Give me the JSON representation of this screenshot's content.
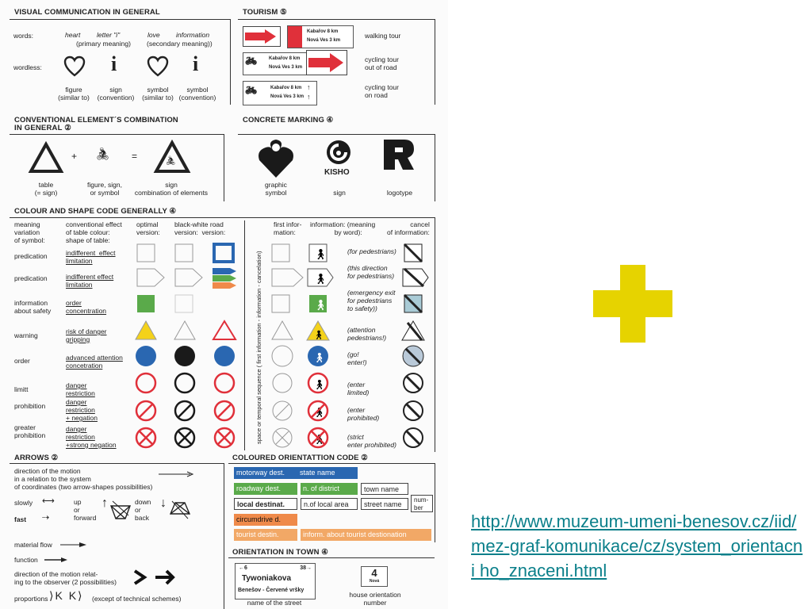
{
  "sections": {
    "visual": {
      "title": "VISUAL COMMUNICATION IN GENERAL",
      "words_label": "words:",
      "wordless_label": "wordless:",
      "words": [
        {
          "word": "heart",
          "note": ""
        },
        {
          "word": "letter \"i\"",
          "note": ""
        },
        {
          "word": "love",
          "note": ""
        },
        {
          "word": "information",
          "note": ""
        }
      ],
      "primary": "(primary meaning)",
      "secondary": "(secondary meaning))",
      "captions": [
        {
          "l1": "figure",
          "l2": "(similar to)"
        },
        {
          "l1": "sign",
          "l2": "(convention)"
        },
        {
          "l1": "symbol",
          "l2": "(similar to)"
        },
        {
          "l1": "symbol",
          "l2": "(convention)"
        }
      ]
    },
    "tourism": {
      "title": "TOURISM ⑤",
      "place1": "Kabařov 8 km",
      "place2": "Nová Ves 3 km",
      "rows": [
        "walking tour",
        "cycling tour\nout of road",
        "cycling tour\non road"
      ]
    },
    "conventional": {
      "title1": "CONVENTIONAL ELEMENT´S COMBINATION",
      "title2": "IN GENERAL ②",
      "plus": "+",
      "equals": "=",
      "cap1": "table\n(= sign)",
      "cap2": "figure, sign,\nor symbol",
      "cap3": "sign\ncombination of elements"
    },
    "concrete": {
      "title": "CONCRETE MARKING ④",
      "kisho": "KISHO",
      "caps": [
        "graphic\nsymbol",
        "sign",
        "logotype"
      ]
    },
    "colour": {
      "title": "COLOUR AND SHAPE CODE GENERALLY ④",
      "headers": {
        "meaning": "meaning\nvariation\nof symbol:",
        "effect": "conventional effect\nof table colour:\nshape of table:",
        "optimal": "optimal\nversion:",
        "bw": "black-white road\nversion:  version:",
        "first": "first infor-\nmation:",
        "info": "information: (meaning\n             by word):",
        "cancel": "cancel\nof information:"
      },
      "vertical": "space or temporal sequence ( first information - information - cancelation)",
      "rows": [
        {
          "meaning": "predication",
          "effect": "indifferent  effect\nlimitation",
          "note": "(for pedestrians)"
        },
        {
          "meaning": "predication",
          "effect": "indifferent effect\nlimitation",
          "note": "(this direction\nfor pedestrians)"
        },
        {
          "meaning": "information\nabout safety",
          "effect": "order\nconcentration",
          "note": "(emergency exit\nfor pedestrians\nto safety))"
        },
        {
          "meaning": "warning",
          "effect": "risk of danger\ngripping",
          "note": "(attention\npedestrians!)"
        },
        {
          "meaning": "order",
          "effect": "advanced attention\nconcetration",
          "note": "(go!\nenter!)"
        },
        {
          "meaning": "limitt",
          "effect": "danger\nrestriction",
          "note": "(enter\nlimited)"
        },
        {
          "meaning": "prohibition",
          "effect": "danger\nrestriction\n+ negation",
          "note": "(enter\nprohibited)"
        },
        {
          "meaning": "greater\nprohibition",
          "effect": "danger\nrestriction\n+strong negation",
          "note": "(strict\nenter prohibited)"
        }
      ]
    },
    "arrows": {
      "title": "ARROWS ②",
      "direction": "direction of the motion\nin a relation to the system\nof coordinates (two arrow-shapes possibilities)",
      "slowly": "slowly",
      "fast": "fast",
      "up": "up\nor\nforward",
      "down": "down\nor\nback",
      "material": "material flow",
      "function": "function",
      "observer": "direction of the motion relat-\ning to the observer (2 possibilities)",
      "proportions": "proportions",
      "except": "(except of  technical schemes)"
    },
    "orientation": {
      "title": "COLOURED ORIENTATTION CODE ②",
      "motorway": "motorway dest.",
      "state": "state name",
      "roadway": "roadway dest.",
      "district": "n. of district",
      "town": "town name",
      "local": "local destinat.",
      "nlocal": "n.of local area",
      "street": "street name",
      "number": "num-\nber",
      "circum": "circumdrive d.",
      "tourist": "tourist destin.",
      "inform": "inform. about tourist destionation"
    },
    "town": {
      "title": "ORIENTATION IN TOWN ④",
      "left_num": "←6",
      "right_num": "38→",
      "street_name": "Tywoniakova",
      "district": "Benešov - Červené vršky",
      "cap1": "name of the street",
      "house_num": "4",
      "house_small": "Nová",
      "cap2": "house orientation\nnumber"
    }
  },
  "colors": {
    "red": "#e0303a",
    "yellow": "#f4d21a",
    "blue": "#2a67b1",
    "green": "#5aaa4a",
    "orange": "#ef8a4a",
    "cross": "#e6d300"
  },
  "link": "http://www.muzeum-umeni-benesov.cz/iid/mez-graf-komunikace/cz/system_orientacni ho_znaceni.html"
}
